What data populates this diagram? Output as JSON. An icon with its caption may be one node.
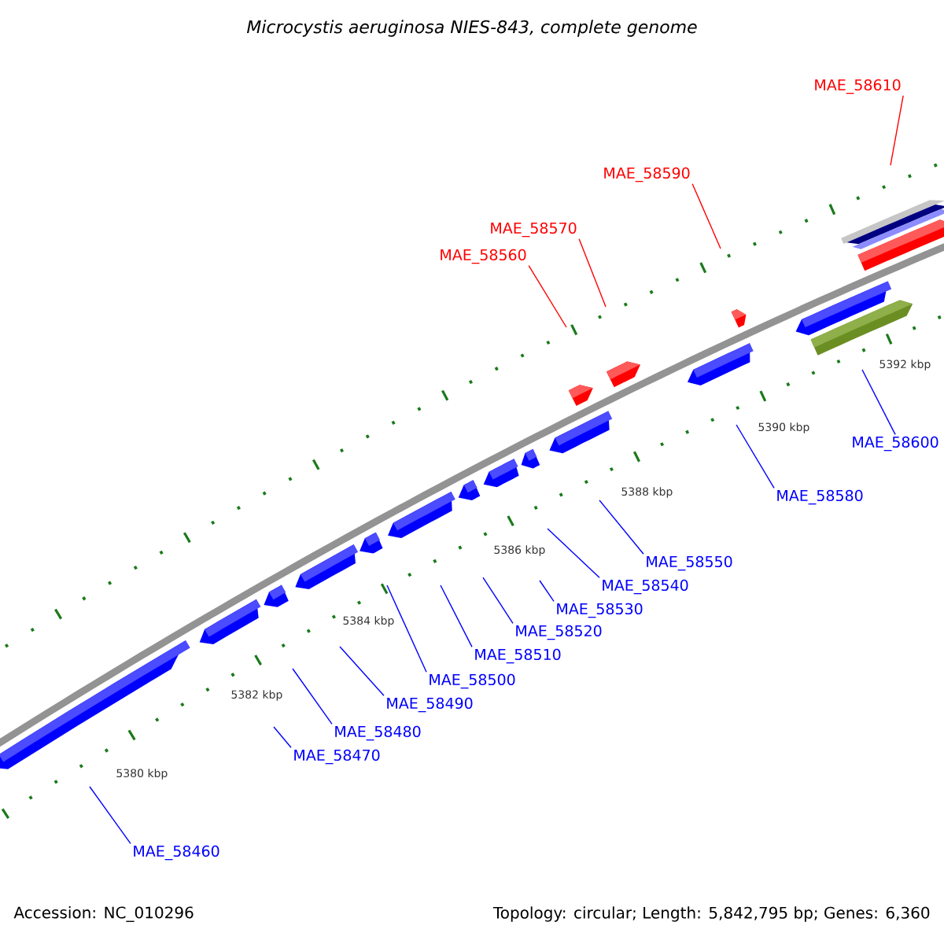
{
  "diagram": {
    "title": "Microcystis aeruginosa NIES-843, complete genome",
    "nodes": [
      {
        "text": [
          "MAE_58610"
        ]
      },
      {
        "text": [
          "MAE_58590"
        ]
      },
      {
        "text": [
          "MAE_58570"
        ]
      },
      {
        "text": [
          "MAE_58560"
        ]
      },
      {
        "text": [
          "MAE_58600"
        ]
      },
      {
        "text": [
          "MAE_58580"
        ]
      },
      {
        "text": [
          "MAE_58550"
        ]
      },
      {
        "text": [
          "MAE_58540"
        ]
      },
      {
        "text": [
          "MAE_58530"
        ]
      },
      {
        "text": [
          "MAE_58520"
        ]
      },
      {
        "text": [
          "MAE_58510"
        ]
      },
      {
        "text": [
          "MAE_58500"
        ]
      },
      {
        "text": [
          "MAE_58490"
        ]
      },
      {
        "text": [
          "MAE_58480"
        ]
      },
      {
        "text": [
          "MAE_58470"
        ]
      },
      {
        "text": [
          "MAE_58460"
        ]
      }
    ],
    "edges": [
      {
        "from": 0,
        "to": null,
        "arrow": "none",
        "color": "#ff0000"
      },
      {
        "from": 1,
        "to": null,
        "arrow": "none",
        "color": "#ff0000"
      },
      {
        "from": 2,
        "to": null,
        "arrow": "none",
        "color": "#ff0000"
      },
      {
        "from": 3,
        "to": null,
        "arrow": "none",
        "color": "#ff0000"
      },
      {
        "from": 4,
        "to": null,
        "arrow": "none"
      },
      {
        "from": 5,
        "to": null,
        "arrow": "none"
      },
      {
        "from": 6,
        "to": null,
        "arrow": "none"
      },
      {
        "from": 7,
        "to": null,
        "arrow": "none"
      },
      {
        "from": 8,
        "to": null,
        "arrow": "none"
      },
      {
        "from": 9,
        "to": null,
        "arrow": "none"
      },
      {
        "from": 10,
        "to": null,
        "arrow": "none"
      },
      {
        "from": 11,
        "to": null,
        "arrow": "none"
      },
      {
        "from": 12,
        "to": null,
        "arrow": "none"
      },
      {
        "from": 13,
        "to": null,
        "arrow": "none"
      },
      {
        "from": 14,
        "to": null,
        "arrow": "none"
      },
      {
        "from": 15,
        "to": null,
        "arrow": "none"
      }
    ],
    "labels": [
      "5392 kbp",
      "5390 kbp",
      "5388 kbp",
      "5386 kbp",
      "5384 kbp",
      "5382 kbp",
      "5380 kbp",
      "Accession: NC_010296",
      "Topology: circular; Length: 5,842,795 bp; Genes: 6,360"
    ]
  }
}
